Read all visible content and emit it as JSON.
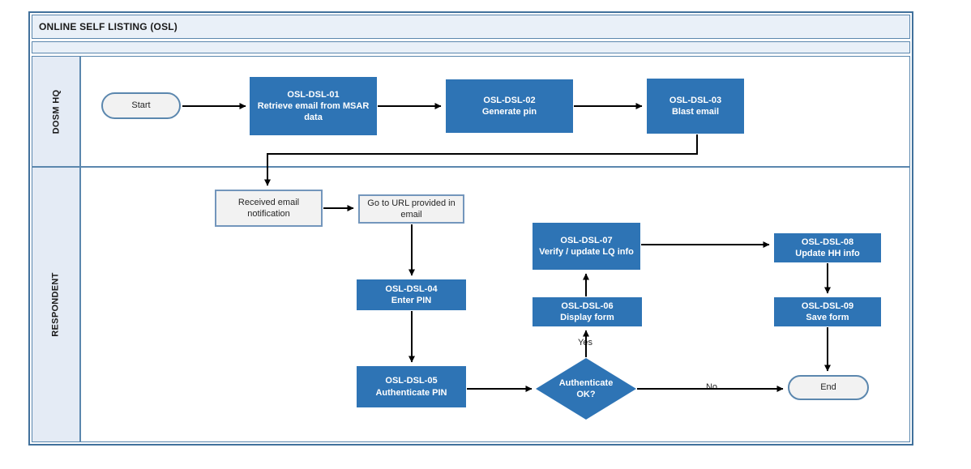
{
  "title": "ONLINE SELF LISTING (OSL)",
  "lanes": {
    "lane1": "DOSM HQ",
    "lane2": "RESPONDENT"
  },
  "nodes": {
    "start": {
      "label": "Start"
    },
    "dsl01": {
      "id": "OSL-DSL-01",
      "desc": "Retrieve email from MSAR data"
    },
    "dsl02": {
      "id": "OSL-DSL-02",
      "desc": "Generate pin"
    },
    "dsl03": {
      "id": "OSL-DSL-03",
      "desc": "Blast email"
    },
    "received_email": {
      "label": "Received email notification"
    },
    "goto_url": {
      "label": "Go to URL provided in email"
    },
    "dsl04": {
      "id": "OSL-DSL-04",
      "desc": "Enter PIN"
    },
    "dsl05": {
      "id": "OSL-DSL-05",
      "desc": "Authenticate PIN"
    },
    "decision": {
      "label": "Authenticate OK?"
    },
    "dsl06": {
      "id": "OSL-DSL-06",
      "desc": "Display form"
    },
    "dsl07": {
      "id": "OSL-DSL-07",
      "desc": "Verify / update LQ info"
    },
    "dsl08": {
      "id": "OSL-DSL-08",
      "desc": "Update HH info"
    },
    "dsl09": {
      "id": "OSL-DSL-09",
      "desc": "Save form"
    },
    "end": {
      "label": "End"
    }
  },
  "edge_labels": {
    "yes": "Yes",
    "no": "No"
  },
  "colors": {
    "process_fill": "#2E74B5",
    "band_fill": "#E9F0F8",
    "lane_label_fill": "#E4EBF5",
    "frame_border": "#41719C",
    "inner_border": "#5B87AE",
    "terminator_fill": "#F2F2F2",
    "connector": "#000000"
  }
}
